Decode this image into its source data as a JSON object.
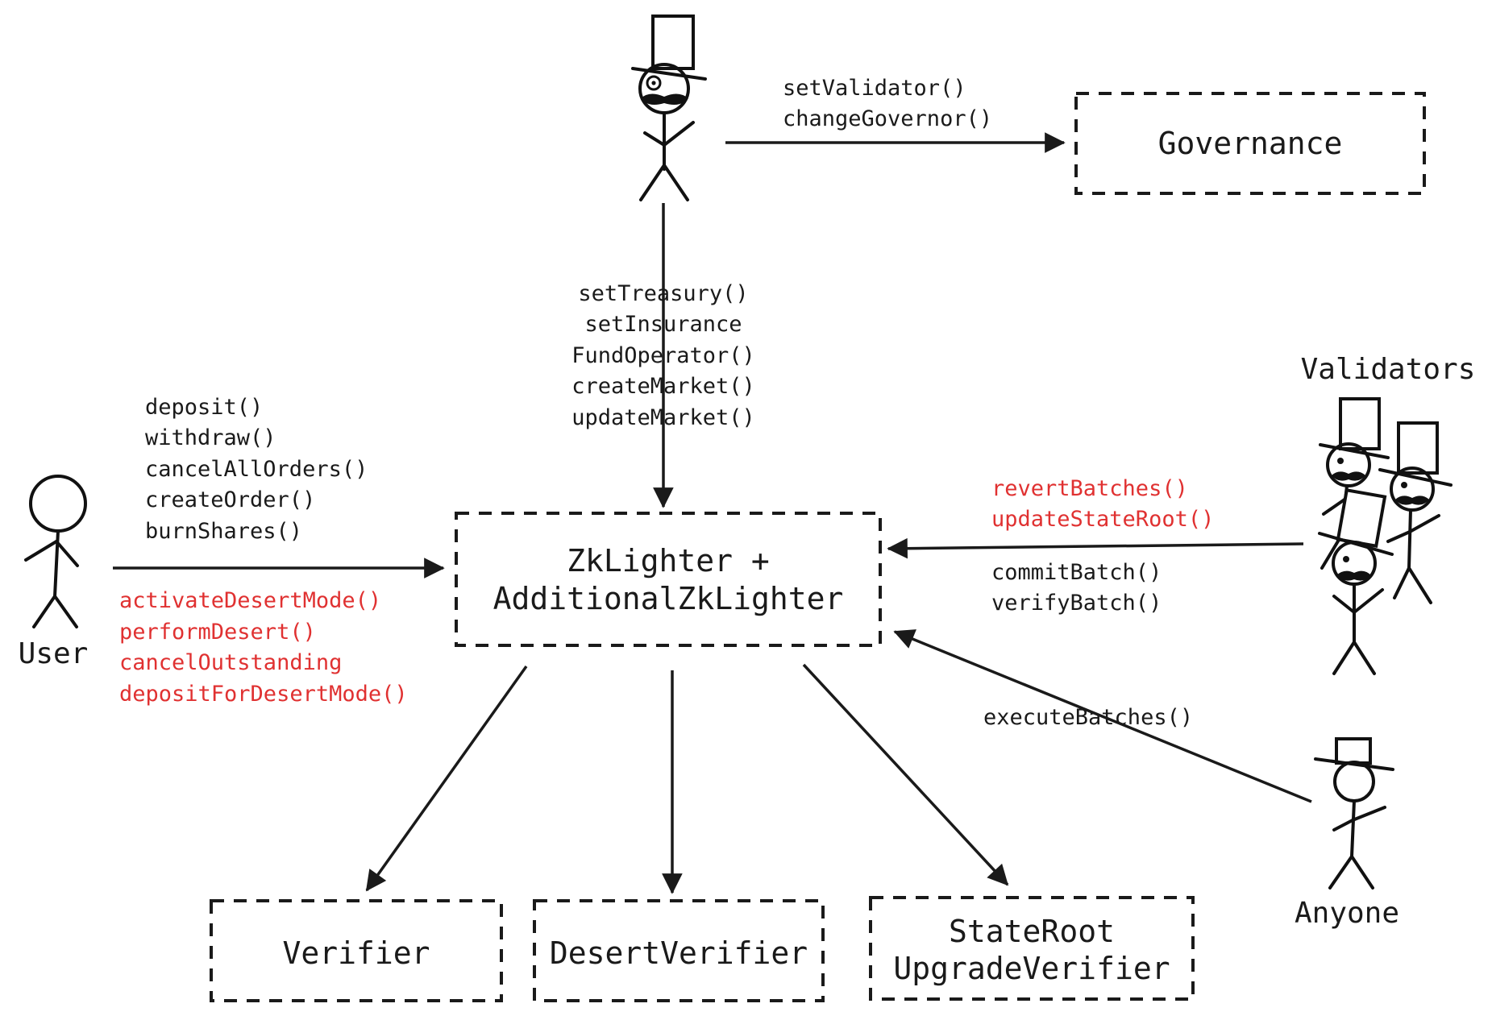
{
  "boxes": {
    "governance": "Governance",
    "zklighter_line1": "ZkLighter +",
    "zklighter_line2": "AdditionalZkLighter",
    "verifier": "Verifier",
    "desert_verifier": "DesertVerifier",
    "stateroot_line1": "StateRoot",
    "stateroot_line2": "UpgradeVerifier"
  },
  "actors": {
    "user": "User",
    "validators": "Validators",
    "anyone": "Anyone"
  },
  "edges": {
    "governor_to_governance": [
      "setValidator()",
      "changeGovernor()"
    ],
    "governor_to_zklighter": [
      "setTreasury()",
      "setInsurance",
      "FundOperator()",
      "createMarket()",
      "updateMarket()"
    ],
    "user_to_zklighter": [
      "deposit()",
      "withdraw()",
      "cancelAllOrders()",
      "createOrder()",
      "burnShares()"
    ],
    "user_to_zklighter_desert": [
      "activateDesertMode()",
      "performDesert()",
      "cancelOutstanding",
      "depositForDesertMode()"
    ],
    "validators_to_zklighter_red": [
      "revertBatches()",
      "updateStateRoot()"
    ],
    "validators_to_zklighter": [
      "commitBatch()",
      "verifyBatch()"
    ],
    "anyone_to_zklighter": "executeBatches()"
  },
  "colors": {
    "ink": "#1a1a1a",
    "desert_red": "#e03131"
  }
}
